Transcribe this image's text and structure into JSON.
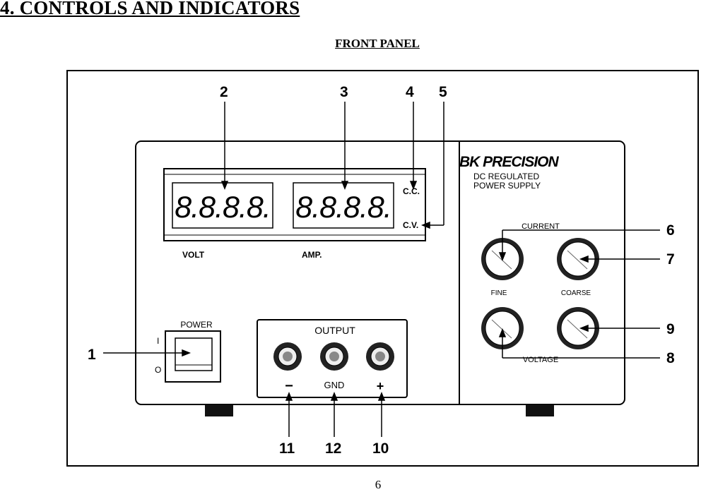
{
  "page": {
    "heading": "4. CONTROLS AND INDICATORS",
    "subheading": "FRONT PANEL",
    "page_number": "6"
  },
  "panel": {
    "brand": "BK PRECISION",
    "model_line1": "DC  REGULATED",
    "model_line2": "POWER  SUPPLY",
    "display_volt_digits": "8.8.8.8.",
    "display_amp_digits": "8.8.8.8.",
    "volt_label": "VOLT",
    "amp_label": "AMP.",
    "cc_label": "C.C.",
    "cv_label": "C.V.",
    "power_label": "POWER",
    "power_on": "I",
    "power_off": "O",
    "output_label": "OUTPUT",
    "minus_label": "−",
    "gnd_label": "GND",
    "plus_label": "+",
    "current_label": "CURRENT",
    "voltage_label": "VOLTAGE",
    "fine_label": "FINE",
    "coarse_label": "COARSE"
  },
  "callouts": [
    "1",
    "2",
    "3",
    "4",
    "5",
    "6",
    "7",
    "8",
    "9",
    "10",
    "11",
    "12"
  ]
}
